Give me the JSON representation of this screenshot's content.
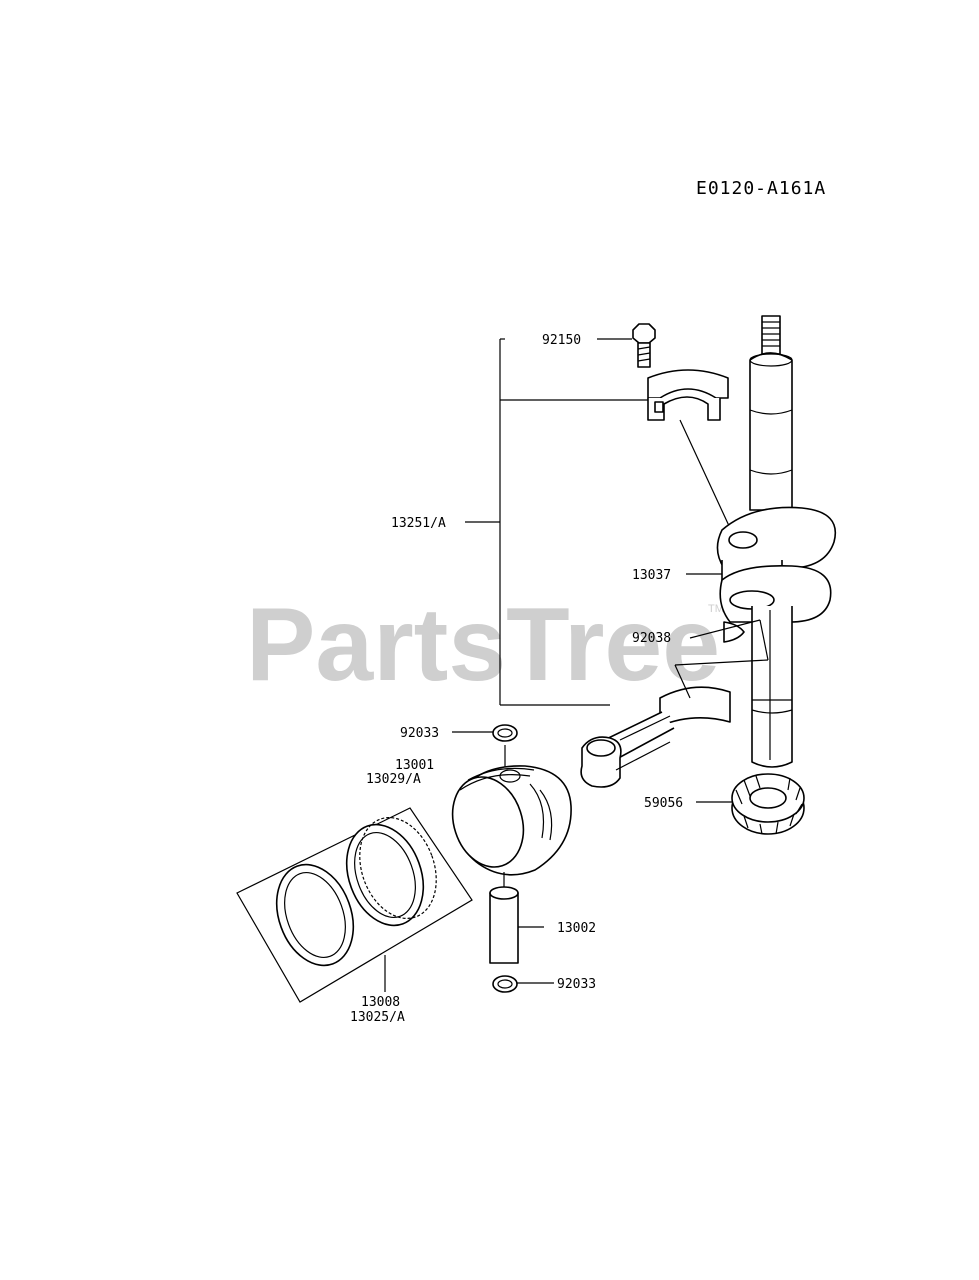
{
  "diagram_code": "E0120-A161A",
  "watermark": {
    "text": "PartsTree",
    "tm": "TM"
  },
  "part_numbers": {
    "bolt": "92150",
    "con_rod_assy": "13251/A",
    "crankshaft": "13037",
    "key": "92038",
    "circlip_upper": "92033",
    "piston_a": "13001",
    "piston_b": "13029/A",
    "gear": "59056",
    "piston_pin": "13002",
    "circlip_lower": "92033",
    "rings_a": "13008",
    "rings_b": "13025/A"
  }
}
